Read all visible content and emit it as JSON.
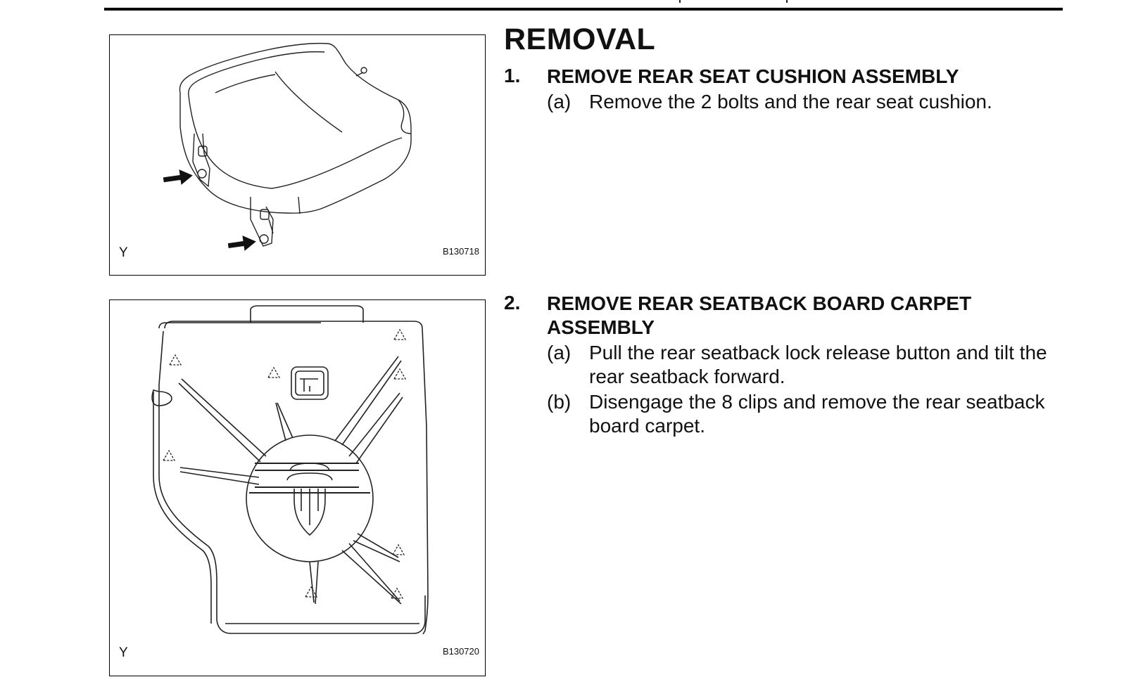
{
  "section": {
    "title": "REMOVAL"
  },
  "figures": [
    {
      "letter": "Y",
      "code": "B130718"
    },
    {
      "letter": "Y",
      "code": "B130720"
    }
  ],
  "steps": [
    {
      "number": "1.",
      "title": "REMOVE REAR SEAT CUSHION ASSEMBLY",
      "subs": [
        {
          "label": "(a)",
          "text": "Remove the 2 bolts and the rear seat cushion."
        }
      ]
    },
    {
      "number": "2.",
      "title": "REMOVE REAR SEATBACK BOARD CARPET ASSEMBLY",
      "subs": [
        {
          "label": "(a)",
          "text": "Pull the rear seatback lock release button and tilt the rear seatback forward."
        },
        {
          "label": "(b)",
          "text": "Disengage the 8 clips and remove the rear seatback board carpet."
        }
      ]
    }
  ]
}
